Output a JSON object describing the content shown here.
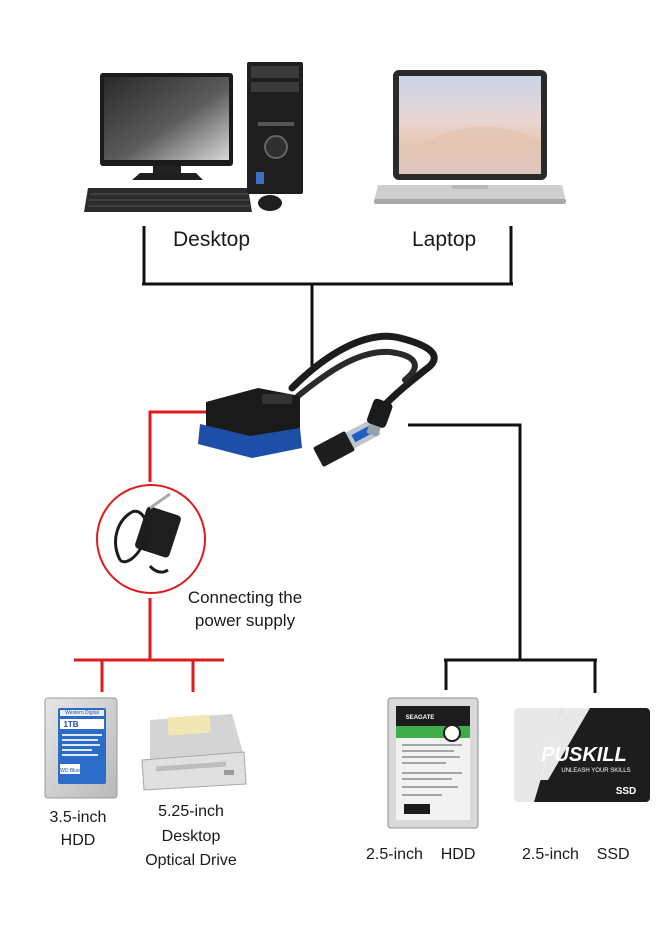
{
  "labels": {
    "desktop": "Desktop",
    "laptop": "Laptop",
    "power_line1": "Connecting the",
    "power_line2": "power supply",
    "hdd35_line1": "3.5-inch",
    "hdd35_line2": "HDD",
    "optical_line1": "5.25-inch",
    "optical_line2": "Desktop",
    "optical_line3": "Optical Drive",
    "hdd25": "2.5-inch    HDD",
    "ssd25": "2.5-inch    SSD"
  },
  "devices": {
    "hdd35_sticker": {
      "brand": "Western Digital",
      "capacity": "1TB",
      "model": "WD Blue"
    },
    "hdd25_brand": "SEAGATE",
    "ssd": {
      "brand": "PUSKILL",
      "tagline": "UNLEASH YOUR SKILLS",
      "type": "SSD"
    }
  },
  "colors": {
    "data_line": "#111111",
    "power_line": "#e01b1b",
    "adapter_blue": "#1d4ea8",
    "usb_blue": "#1f5fbf"
  }
}
